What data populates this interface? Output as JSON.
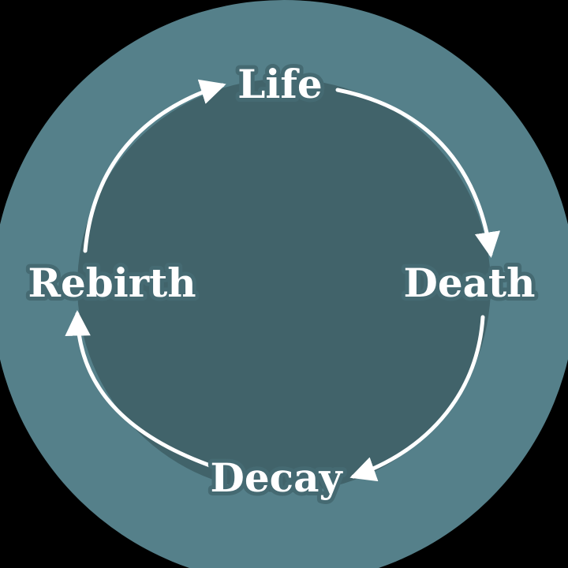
{
  "diagram": {
    "type": "cycle",
    "stages": [
      {
        "label": "Life"
      },
      {
        "label": "Death"
      },
      {
        "label": "Decay"
      },
      {
        "label": "Rebirth"
      }
    ],
    "flow": "clockwise"
  },
  "colors": {
    "background": "#000000",
    "outer_ring": "#55808a",
    "inner_disc": "#41636a",
    "label_halo": "#456a72",
    "arrow": "#ffffff",
    "text": "#ffffff"
  }
}
